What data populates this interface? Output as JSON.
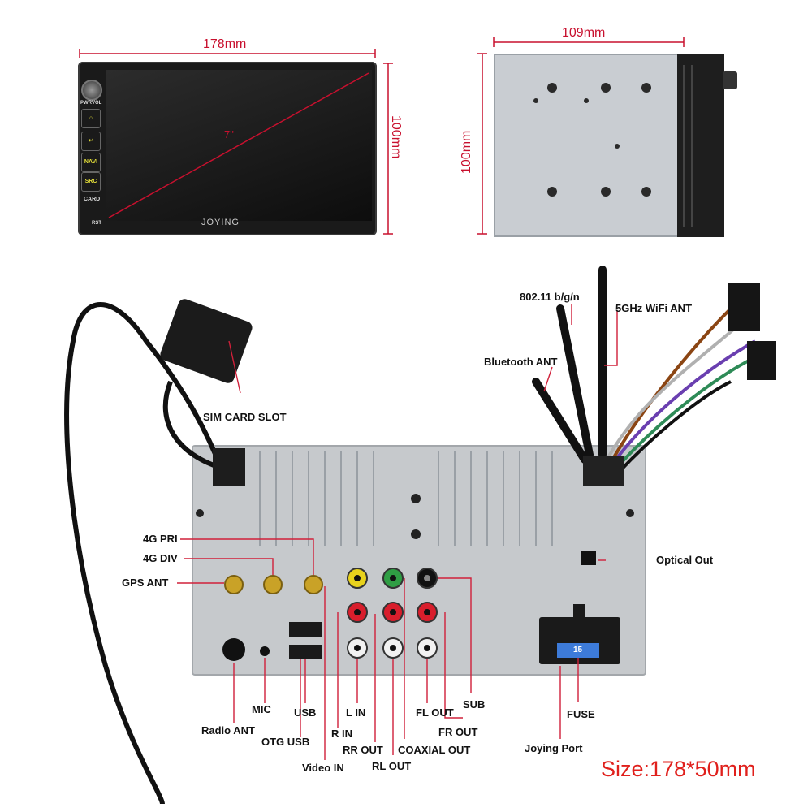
{
  "front": {
    "width_label": "178mm",
    "height_label": "100mm",
    "diagonal_label": "7\"",
    "brand": "JOYING",
    "buttons": [
      "NAVI",
      "SRC",
      "CARD"
    ],
    "knob_labels": [
      "PWR",
      "VOL"
    ],
    "reset_label": "RST"
  },
  "side": {
    "width_label": "109mm",
    "height_label": "100mm"
  },
  "back_labels": {
    "sim_card_slot": "SIM CARD SLOT",
    "wifi_bgn": "802.11 b/g/n",
    "wifi_5ghz": "5GHz WiFi ANT",
    "bluetooth_ant": "Bluetooth ANT",
    "4g_pri": "4G PRI",
    "4g_div": "4G DIV",
    "gps_ant": "GPS ANT",
    "optical_out": "Optical Out",
    "mic": "MIC",
    "usb": "USB",
    "l_in": "L IN",
    "fl_out": "FL OUT",
    "sub": "SUB",
    "fuse": "FUSE",
    "radio_ant": "Radio ANT",
    "otg_usb": "OTG USB",
    "r_in": "R IN",
    "fr_out": "FR OUT",
    "rr_out": "RR OUT",
    "coaxial_out": "COAXIAL OUT",
    "joying_port": "Joying Port",
    "video_in": "Video IN",
    "rl_out": "RL OUT",
    "fuse_value": "15"
  },
  "size_label": "Size:178*50mm",
  "colors": {
    "dimension": "#c8102e",
    "size_text": "#e0201c",
    "leader": "#d0203a"
  }
}
